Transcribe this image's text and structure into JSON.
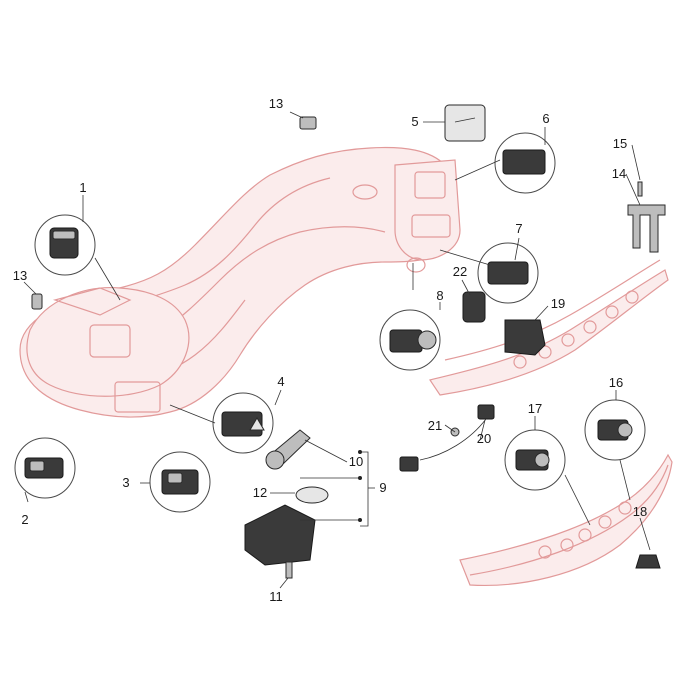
{
  "diagram": {
    "callouts": [
      "1",
      "2",
      "3",
      "4",
      "5",
      "6",
      "7",
      "8",
      "9",
      "10",
      "11",
      "12",
      "13",
      "13",
      "14",
      "15",
      "16",
      "17",
      "18",
      "19",
      "20",
      "21",
      "22"
    ]
  }
}
